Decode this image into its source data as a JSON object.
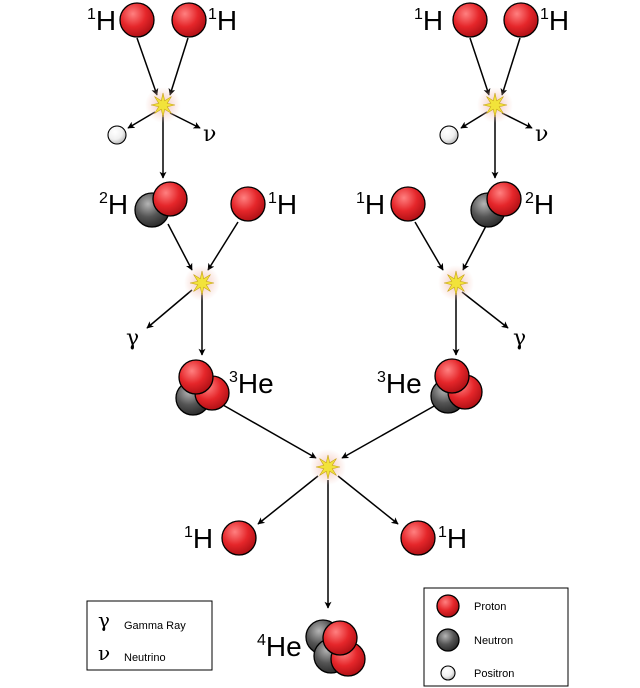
{
  "colors": {
    "proton": "#e5262a",
    "proton_highlight": "#ff8080",
    "neutron": "#555555",
    "neutron_highlight": "#b5b5b5",
    "positron": "#ffffff",
    "positron_shade": "#b8b8b8",
    "flash": "#f2e33a",
    "glow": "#f5c9c0",
    "arrow": "#000000"
  },
  "isotopes": {
    "h1": {
      "mass": "1",
      "symbol": "H"
    },
    "h2": {
      "mass": "2",
      "symbol": "H"
    },
    "he3": {
      "mass": "3",
      "symbol": "He"
    },
    "he4": {
      "mass": "4",
      "symbol": "He"
    }
  },
  "symbols": {
    "gamma": "γ",
    "neutrino": "ν"
  },
  "legend_left": {
    "gamma_symbol": "γ",
    "gamma_label": "Gamma Ray",
    "neutrino_symbol": "ν",
    "neutrino_label": "Neutrino"
  },
  "legend_right": {
    "proton_label": "Proton",
    "neutron_label": "Neutron",
    "positron_label": "Positron"
  }
}
